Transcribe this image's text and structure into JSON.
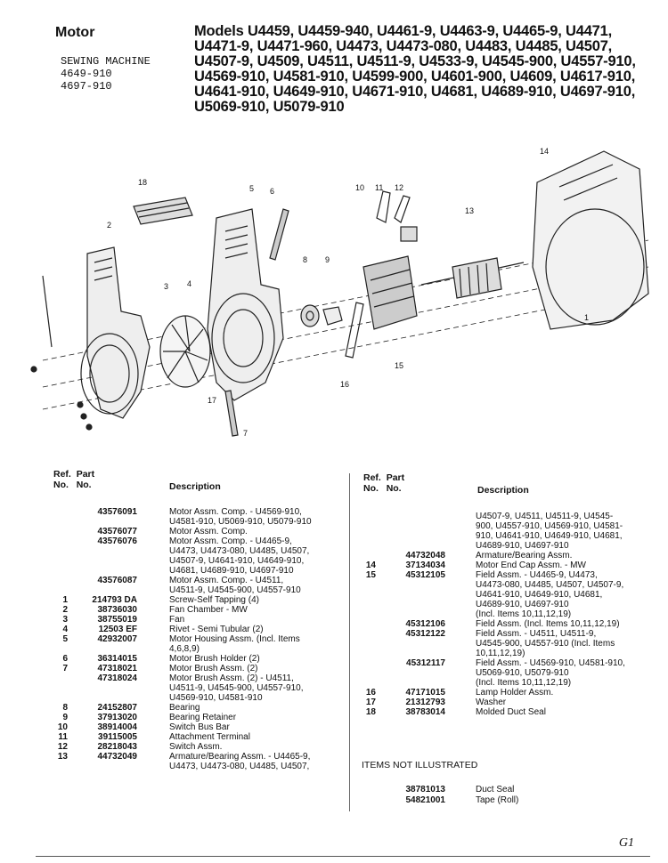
{
  "heading": "Motor",
  "models": "Models U4459, U4459-940, U4461-9, U4463-9, U4465-9, U4471, U4471-9, U4471-960, U4473, U4473-080, U4483, U4485, U4507, U4507-9, U4509, U4511, U4511-9, U4533-9, U4545-900, U4557-910, U4569-910, U4581-910, U4599-900, U4601-900, U4609, U4617-910, U4641-910, U4649-910, U4671-910, U4681, U4689-910, U4697-910, U5069-910, U5079-910",
  "machine": {
    "label": "SEWING MACHINE",
    "num1": "4649-910",
    "num2": "4697-910"
  },
  "diagram": {
    "callouts": [
      "18",
      "2",
      "5",
      "6",
      "3",
      "4",
      "8",
      "9",
      "10",
      "11",
      "12",
      "13",
      "14",
      "15",
      "16",
      "17",
      "7",
      "1"
    ]
  },
  "table_headers": {
    "ref": "Ref.",
    "no": "No.",
    "part": "Part",
    "part_no": "No.",
    "description": "Description"
  },
  "left_rows": [
    {
      "ref": "",
      "part": "43576091",
      "desc": "Motor Assm. Comp. - U4569-910,\nU4581-910, U5069-910, U5079-910"
    },
    {
      "ref": "",
      "part": "43576077",
      "desc": "Motor Assm. Comp."
    },
    {
      "ref": "",
      "part": "43576076",
      "desc": "Motor Assm. Comp. - U4465-9,\nU4473, U4473-080, U4485, U4507,\nU4507-9, U4641-910, U4649-910,\nU4681, U4689-910, U4697-910"
    },
    {
      "ref": "",
      "part": "43576087",
      "desc": "Motor Assm. Comp. - U4511,\nU4511-9, U4545-900, U4557-910"
    },
    {
      "ref": "1",
      "part": "214793 DA",
      "desc": "Screw-Self Tapping (4)"
    },
    {
      "ref": "2",
      "part": "38736030",
      "desc": "Fan Chamber - MW"
    },
    {
      "ref": "3",
      "part": "38755019",
      "desc": "Fan"
    },
    {
      "ref": "4",
      "part": "12503 EF",
      "desc": "Rivet - Semi Tubular (2)"
    },
    {
      "ref": "5",
      "part": "42932007",
      "desc": "Motor Housing Assm. (Incl. Items\n4,6,8,9)"
    },
    {
      "ref": "6",
      "part": "36314015",
      "desc": "Motor Brush Holder (2)"
    },
    {
      "ref": "7",
      "part": "47318021",
      "desc": "Motor Brush Assm. (2)"
    },
    {
      "ref": "",
      "part": "47318024",
      "desc": "Motor Brush Assm. (2) - U4511,\nU4511-9, U4545-900, U4557-910,\nU4569-910, U4581-910"
    },
    {
      "ref": "8",
      "part": "24152807",
      "desc": "Bearing"
    },
    {
      "ref": "9",
      "part": "37913020",
      "desc": "Bearing Retainer"
    },
    {
      "ref": "10",
      "part": "38914004",
      "desc": "Switch Bus Bar"
    },
    {
      "ref": "11",
      "part": "39115005",
      "desc": "Attachment Terminal"
    },
    {
      "ref": "12",
      "part": "28218043",
      "desc": "Switch Assm."
    },
    {
      "ref": "13",
      "part": "44732049",
      "desc": "Armature/Bearing Assm. - U4465-9,\nU4473, U4473-080, U4485, U4507,"
    }
  ],
  "right_rows": [
    {
      "ref": "",
      "part": "",
      "desc": "U4507-9, U4511, U4511-9, U4545-\n900, U4557-910, U4569-910, U4581-\n910, U4641-910, U4649-910, U4681,\nU4689-910, U4697-910"
    },
    {
      "ref": "",
      "part": "44732048",
      "desc": "Armature/Bearing Assm."
    },
    {
      "ref": "14",
      "part": "37134034",
      "desc": "Motor End Cap Assm. - MW"
    },
    {
      "ref": "15",
      "part": "45312105",
      "desc": "Field Assm. - U4465-9, U4473,\nU4473-080, U4485, U4507, U4507-9,\nU4641-910, U4649-910, U4681,\nU4689-910, U4697-910\n(Incl. Items 10,11,12,19)"
    },
    {
      "ref": "",
      "part": "45312106",
      "desc": "Field Assm. (Incl. Items 10,11,12,19)"
    },
    {
      "ref": "",
      "part": "45312122",
      "desc": "Field Assm. - U4511, U4511-9,\nU4545-900, U4557-910 (Incl. Items\n10,11,12,19)"
    },
    {
      "ref": "",
      "part": "45312117",
      "desc": "Field Assm. - U4569-910, U4581-910,\nU5069-910, U5079-910\n(Incl. Items 10,11,12,19)"
    },
    {
      "ref": "16",
      "part": "47171015",
      "desc": "Lamp Holder Assm."
    },
    {
      "ref": "17",
      "part": "21312793",
      "desc": "Washer"
    },
    {
      "ref": "18",
      "part": "38783014",
      "desc": "Molded Duct Seal"
    }
  ],
  "not_illustrated": {
    "title": "ITEMS NOT ILLUSTRATED",
    "rows": [
      {
        "part": "38781013",
        "desc": "Duct Seal"
      },
      {
        "part": "54821001",
        "desc": "Tape (Roll)"
      }
    ]
  },
  "page_num": "G1"
}
